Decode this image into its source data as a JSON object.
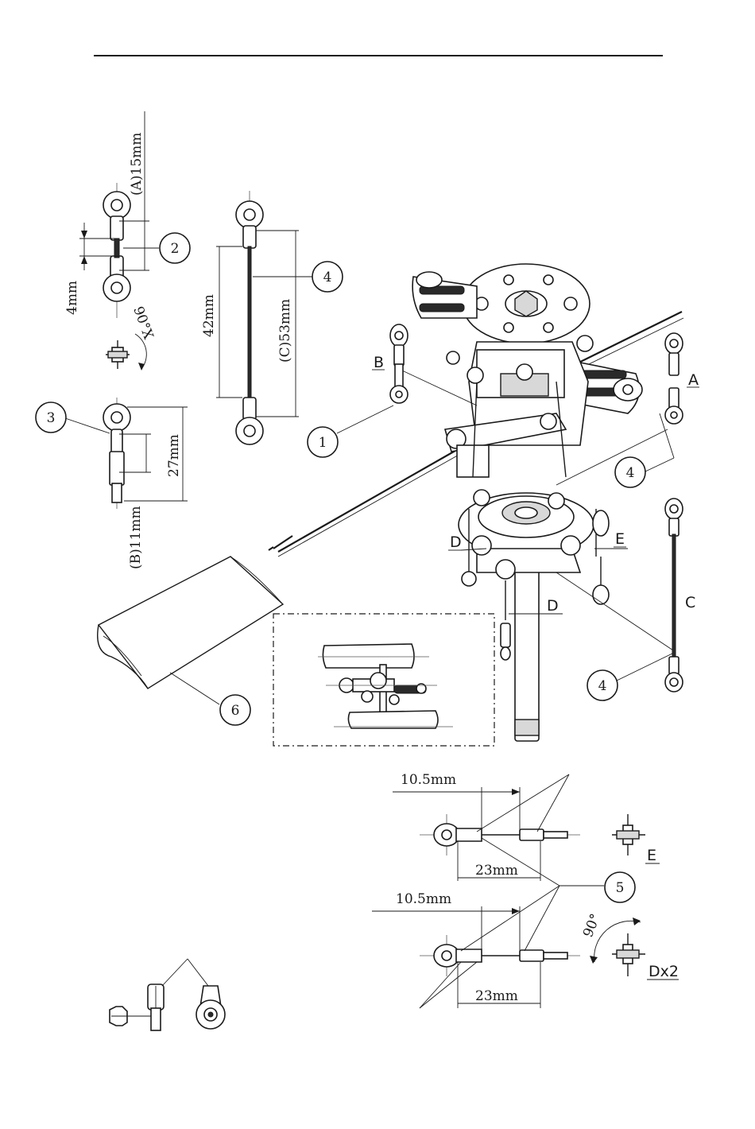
{
  "callouts": {
    "c1": "1",
    "c2": "2",
    "c3": "3",
    "c4a": "4",
    "c4b": "4",
    "c4c": "4",
    "c5": "5",
    "c6": "6"
  },
  "letters": {
    "A": "A",
    "B": "B",
    "C": "C",
    "D1": "D",
    "D2": "D",
    "E": "E",
    "E_bottom": "E",
    "Dx2": "Dx2"
  },
  "dimensions": {
    "link2_length": "(A)15mm",
    "link2_gap": "4mm",
    "link2_rotate": "90°X",
    "link4_inner": "42mm",
    "link4_outer": "(C)53mm",
    "link3_total": "27mm",
    "link3_inner": "(B)11mm",
    "link5_top_offset": "10.5mm",
    "link5_top_length": "23mm",
    "link5_bot_offset": "10.5mm",
    "link5_bot_length": "23mm",
    "link5_rotate": "90°"
  }
}
